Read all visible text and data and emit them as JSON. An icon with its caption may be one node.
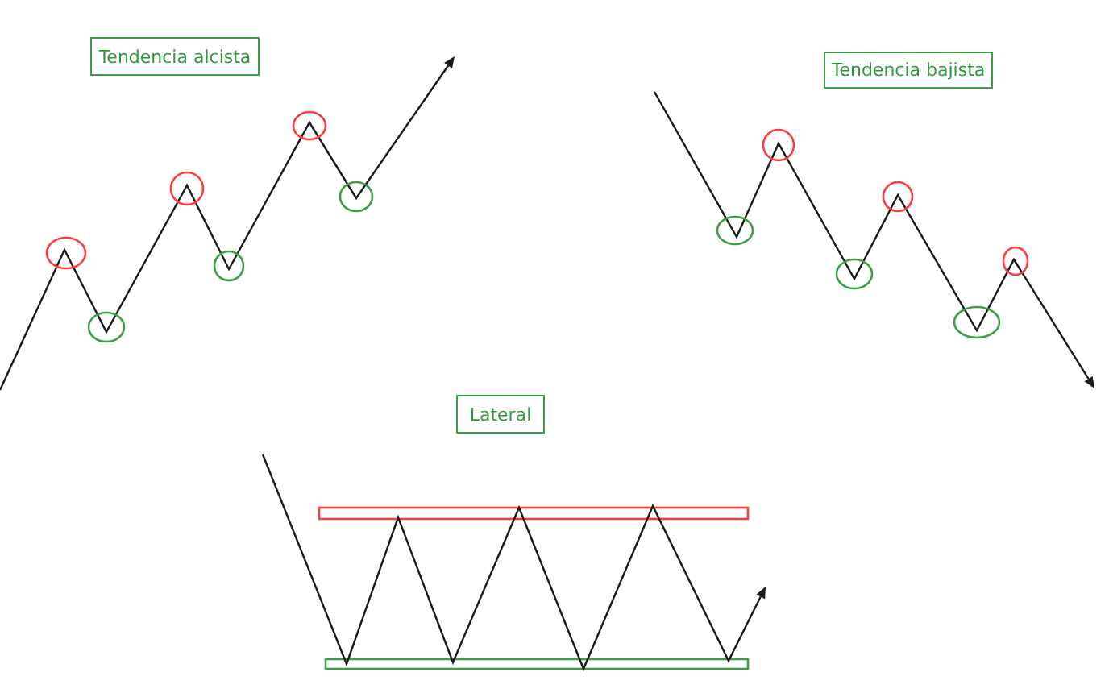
{
  "diagram": {
    "nodes": [
      {
        "text": [
          "Tendencia alcista"
        ]
      },
      {
        "text": [
          "Tendencia bajista"
        ]
      },
      {
        "text": [
          "Lateral"
        ]
      }
    ]
  }
}
